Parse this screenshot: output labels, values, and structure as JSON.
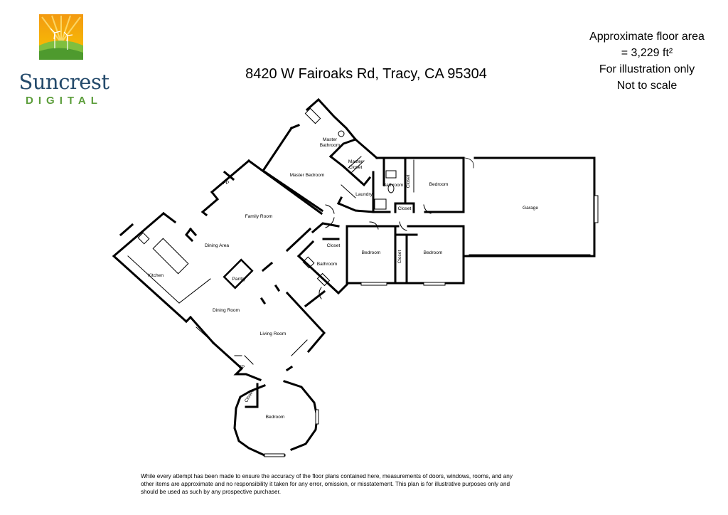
{
  "brand": {
    "name": "Suncrest",
    "sub": "DIGITAL",
    "colors": {
      "navy": "#244a6b",
      "green": "#5b9d3a",
      "yellow": "#f5b800",
      "orange": "#ee7a12"
    },
    "icon": "sun-windmill-logo"
  },
  "header": {
    "address": "8420 W Fairoaks Rd, Tracy, CA 95304"
  },
  "area_info": {
    "line1": "Approximate floor area",
    "line2": "= 3,229 ft²",
    "line3": "For illustration only",
    "line4": "Not to scale"
  },
  "rooms": {
    "master_bathroom_1": "Master",
    "master_bathroom_2": "Bathroom",
    "master_closet_1": "Master",
    "master_closet_2": "Closet",
    "master_bedroom": "Master Bedroom",
    "bathroom_top": "Bathroom",
    "closet_top": "Closet",
    "bedroom_top": "Bedroom",
    "laundry": "Laundry",
    "closet_small": "Closet",
    "garage": "Garage",
    "fp_top": "FP",
    "family_room": "Family Room",
    "dining_area": "Dining Area",
    "kitchen": "Kitchen",
    "pantry": "Pantry",
    "closet_mid": "Closet",
    "bathroom_mid": "Bathroom",
    "bedroom_mid_left": "Bedroom",
    "closet_mid_right": "Closet",
    "bedroom_mid_right": "Bedroom",
    "dining_room": "Dining Room",
    "living_room": "Living Room",
    "fp_bottom": "FP",
    "closet_bottom": "Closet",
    "bedroom_bottom": "Bedroom"
  },
  "disclaimer": {
    "text": "While every attempt has been made to ensure the accuracy of the floor plans contained here, measurements of doors, windows, rooms, and any other items are approximate and no responsibility it taken for any error, omission, or misstatement. This plan is for illustrative purposes only and should be used as such by any prospective purchaser."
  }
}
